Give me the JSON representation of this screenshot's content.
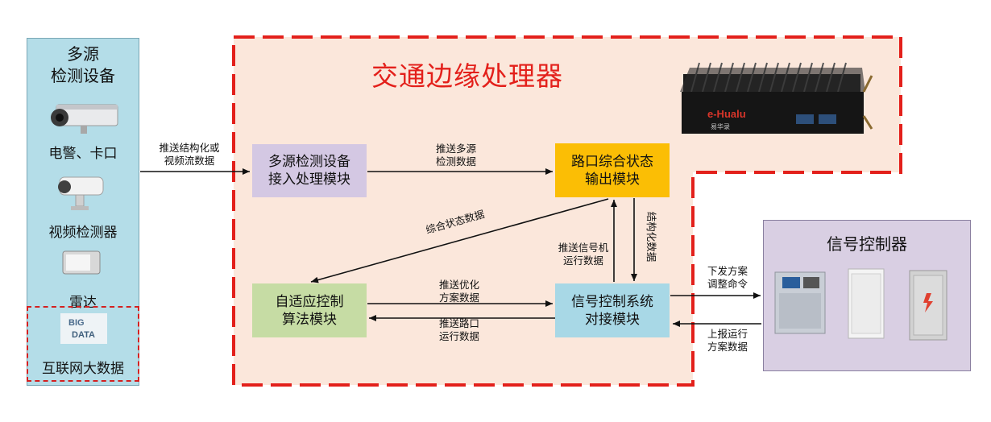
{
  "title": "交通边缘处理器",
  "left_panel": {
    "title_line1": "多源",
    "title_line2": "检测设备",
    "devices": [
      "电警、卡口",
      "视频检测器",
      "雷达",
      "互联网大数据"
    ],
    "bigdata_icon_text": [
      "BIG",
      "DATA"
    ]
  },
  "device_brand": "e-Hualu",
  "device_brand_cn": "易华录",
  "modules": {
    "access": [
      "多源检测设备",
      "接入处理模块"
    ],
    "output": [
      "路口综合状态",
      "输出模块"
    ],
    "algorithm": [
      "自适应控制",
      "算法模块"
    ],
    "signal_interface": [
      "信号控制系统",
      "对接模块"
    ]
  },
  "edges": {
    "push_structured": [
      "推送结构化或",
      "视频流数据"
    ],
    "push_multi": [
      "推送多源",
      "检测数据"
    ],
    "composite_state": "综合状态数据",
    "push_signal": [
      "推送信号机",
      "运行数据"
    ],
    "structured_data": "结构化数据",
    "push_optimized": [
      "推送优化",
      "方案数据"
    ],
    "push_intersection": [
      "推送路口",
      "运行数据"
    ],
    "issue_plan": [
      "下发方案",
      "调整命令"
    ],
    "report_plan": [
      "上报运行",
      "方案数据"
    ]
  },
  "right_panel": {
    "title": "信号控制器"
  },
  "colors": {
    "title_red": "#e3201b",
    "dashed_border": "#e3201b",
    "edge_bg": "#fbe7db",
    "left_panel": "#b4dde8",
    "access_module": "#d4c8e3",
    "output_module": "#fbbe05",
    "algorithm_module": "#c6dca4",
    "signal_module": "#a8d8e6",
    "right_panel": "#d9cfe3"
  }
}
